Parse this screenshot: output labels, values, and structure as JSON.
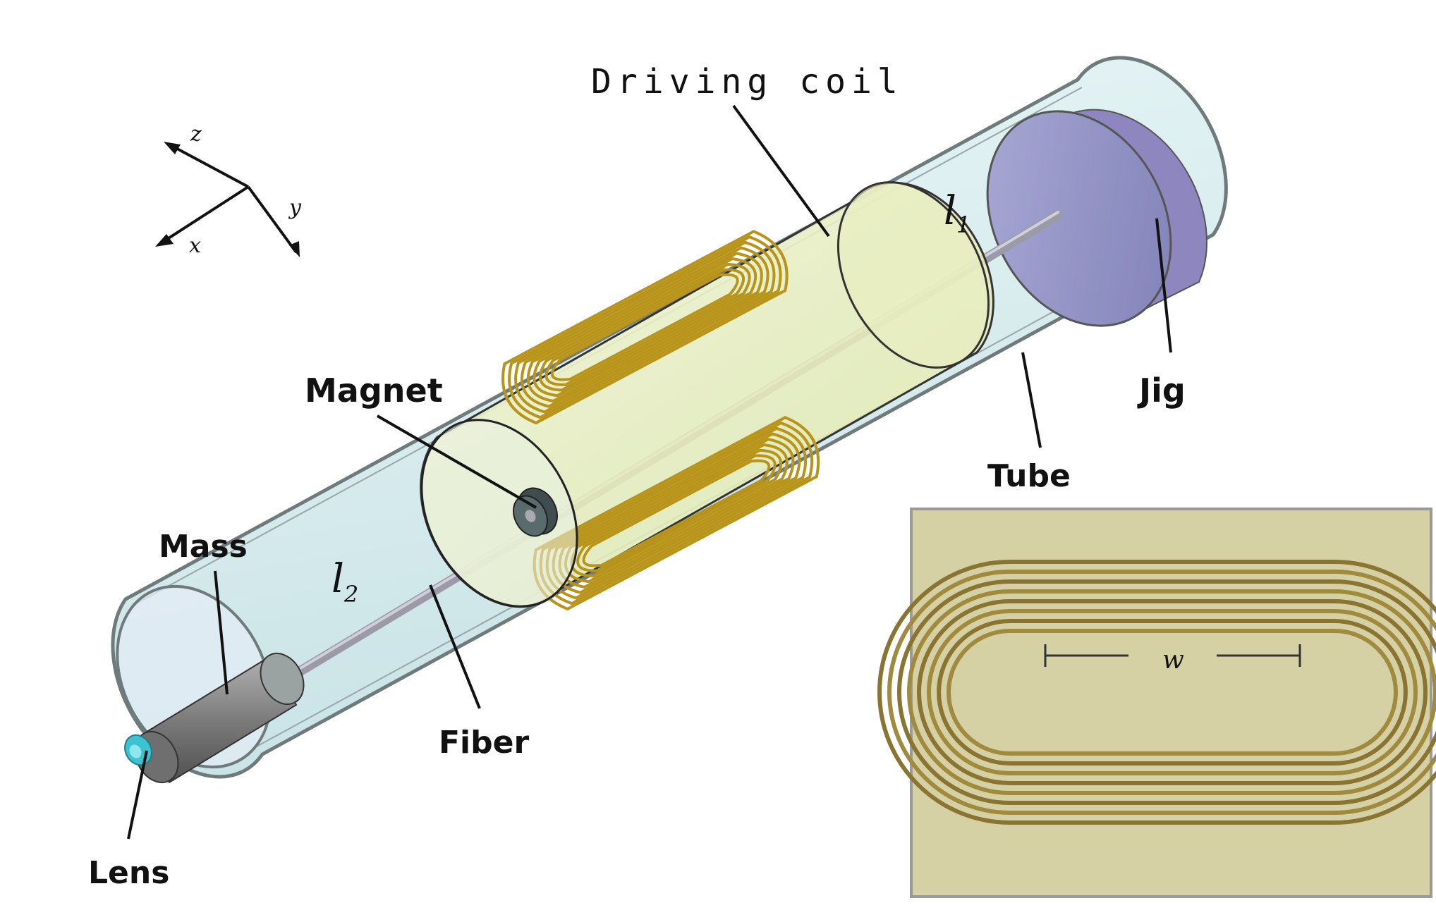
{
  "labels": {
    "driving_coil": "Driving coil",
    "magnet": "Magnet",
    "mass": "Mass",
    "lens": "Lens",
    "fiber": "Fiber",
    "tube": "Tube",
    "jig": "Jig",
    "l1": "l",
    "l1_sub": "1",
    "l2": "l",
    "l2_sub": "2",
    "inset_w": "w"
  },
  "axes": {
    "x": "x",
    "y": "y",
    "z": "z"
  },
  "colors": {
    "tube": "#d9eef0",
    "coil_former": "#eef3c8",
    "coil_wire": "#b8941a",
    "jig": "#9a9cc9",
    "magnet": "#56666a",
    "mass": "#8a8a8a",
    "lens": "#3fc2d0",
    "fiber": "#a7a7b5",
    "inset_bg": "#d6d1a4"
  }
}
